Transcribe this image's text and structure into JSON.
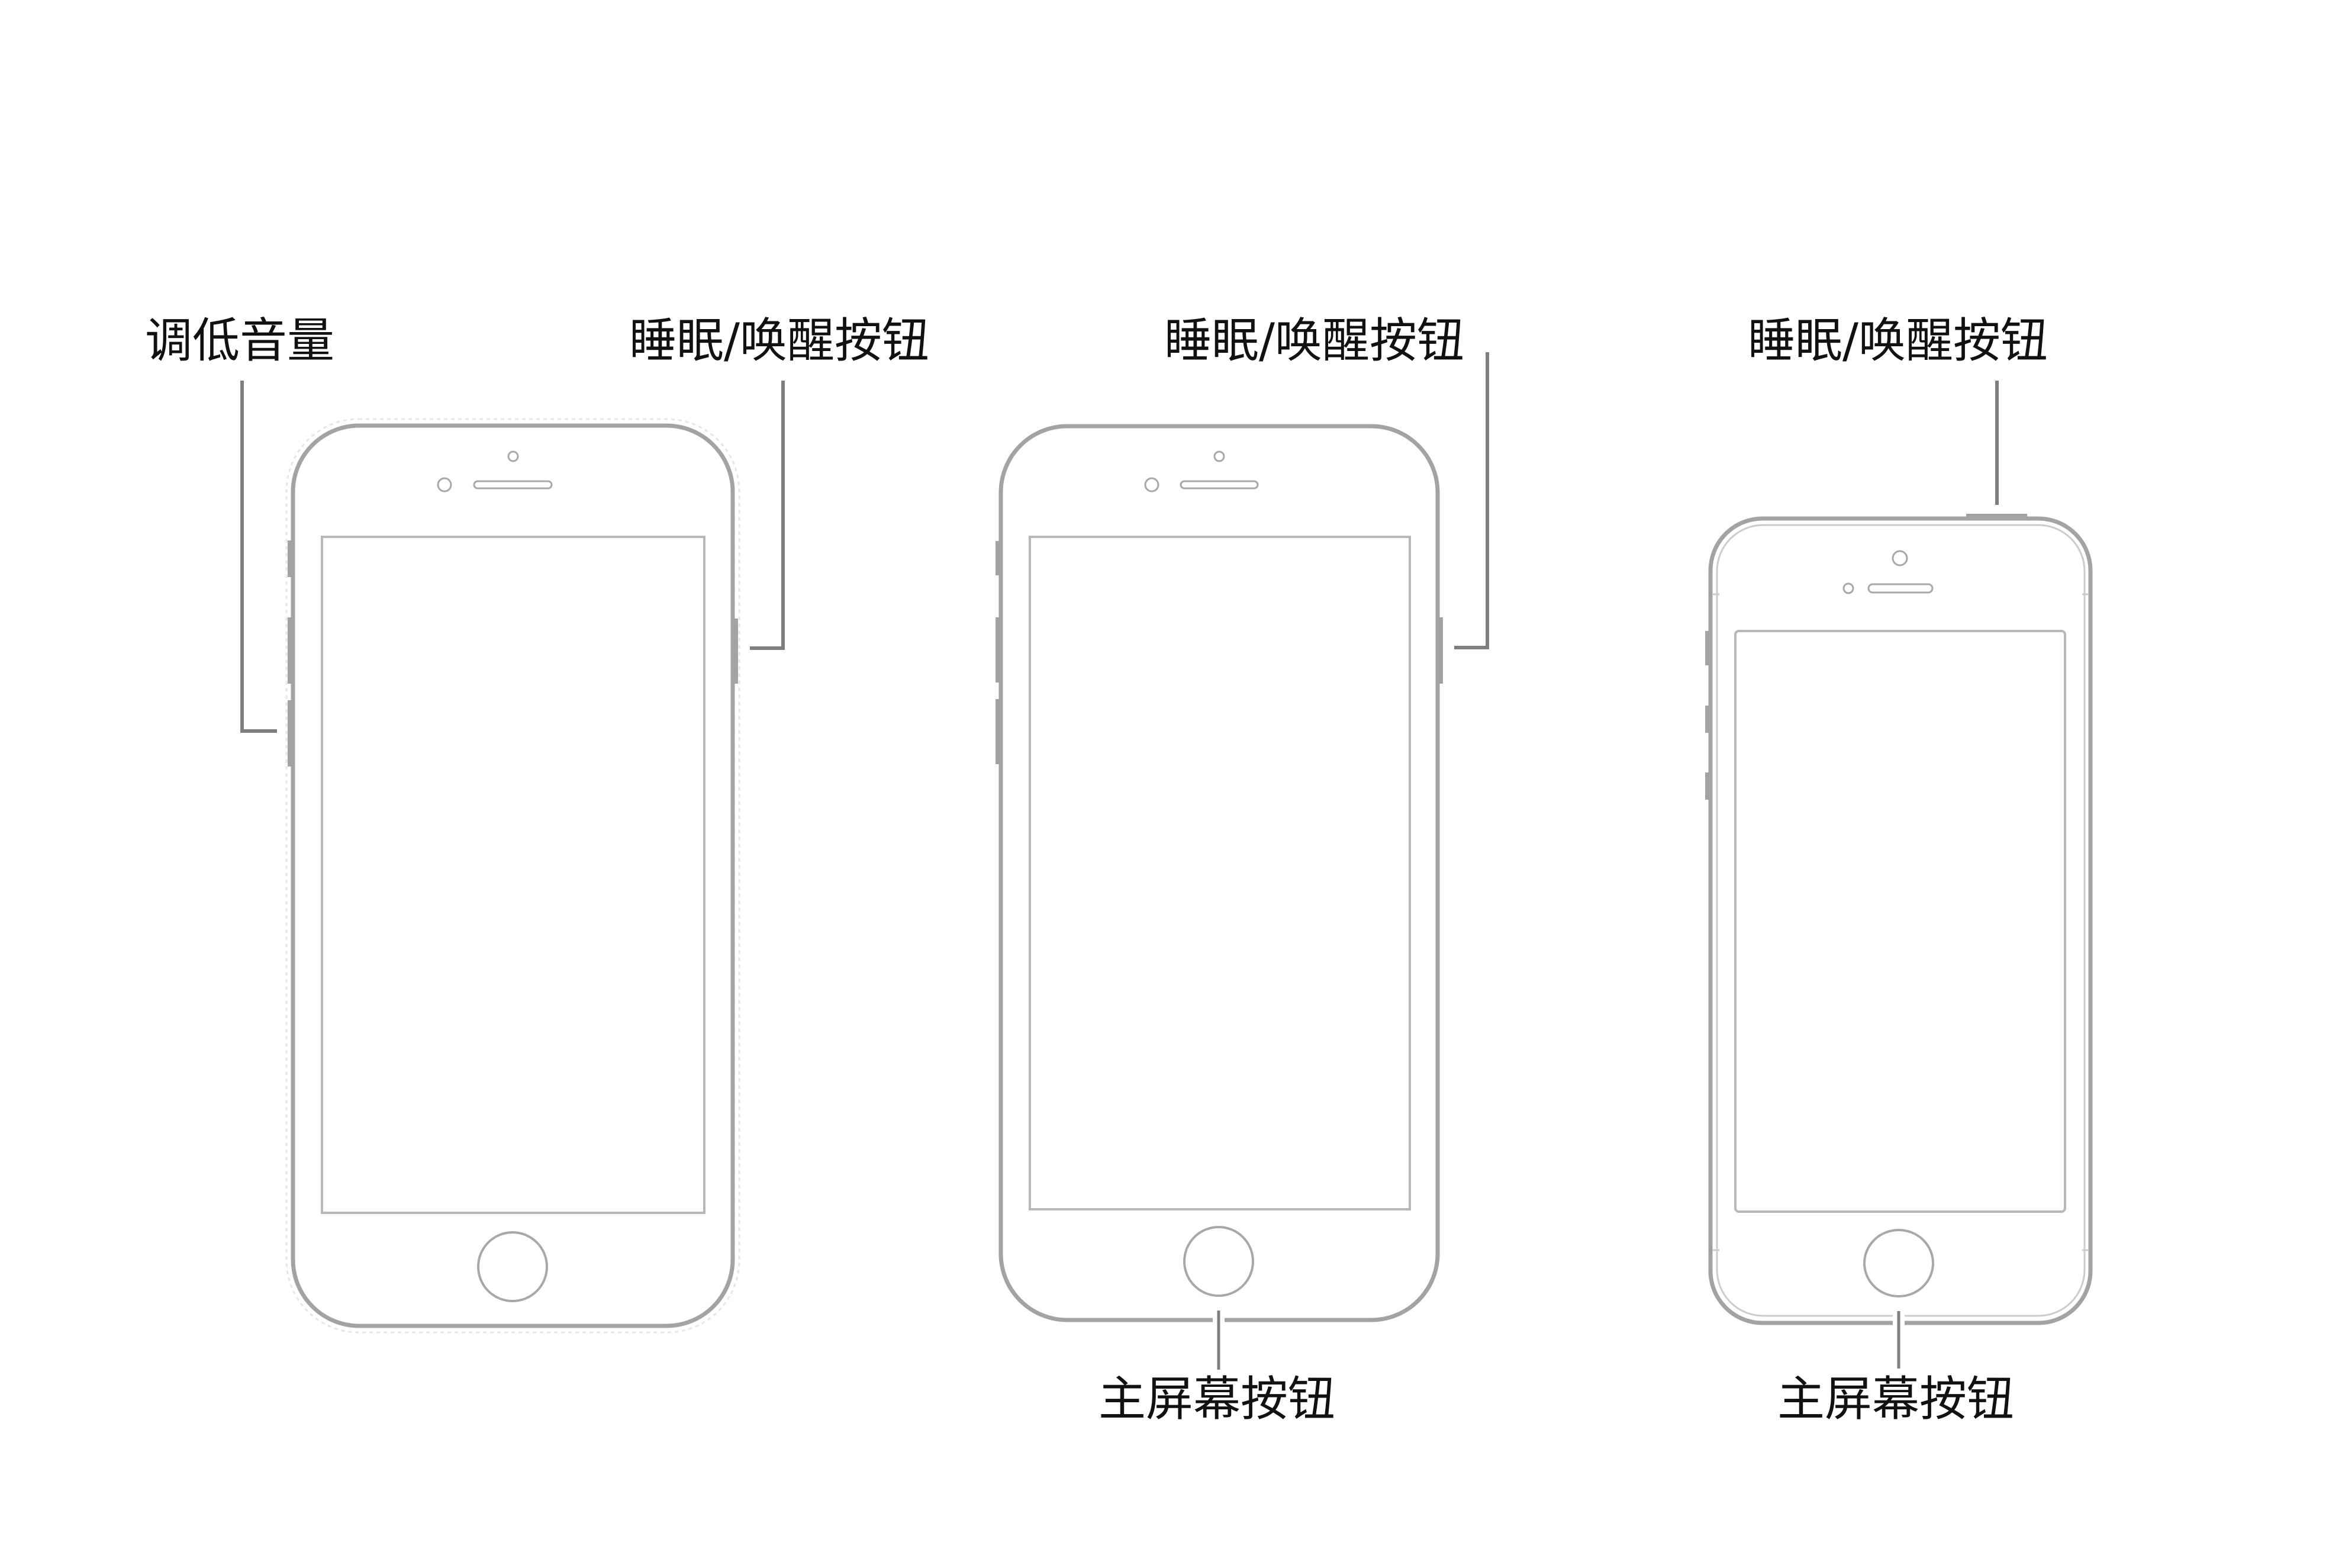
{
  "diagram": {
    "title": "",
    "colors": {
      "background": "#ffffff",
      "label_text": "#111111",
      "leader_line": "#7f7f7f",
      "device_outline": "#a3a3a3",
      "screen_outline": "#b8b8b8",
      "faint_outline": "#e2e2e2"
    },
    "devices": [
      {
        "id": "phone-1",
        "description": "iPhone with side sleep/wake button (left volume buttons)",
        "labels": {
          "volume_down": "调低音量",
          "sleep_wake": "睡眠/唤醒按钮"
        }
      },
      {
        "id": "phone-2",
        "description": "iPhone with side sleep/wake button and home button",
        "labels": {
          "sleep_wake": "睡眠/唤醒按钮",
          "home": "主屏幕按钮"
        }
      },
      {
        "id": "phone-3",
        "description": "iPhone with top sleep/wake button and home button",
        "labels": {
          "sleep_wake": "睡眠/唤醒按钮",
          "home": "主屏幕按钮"
        }
      }
    ]
  }
}
